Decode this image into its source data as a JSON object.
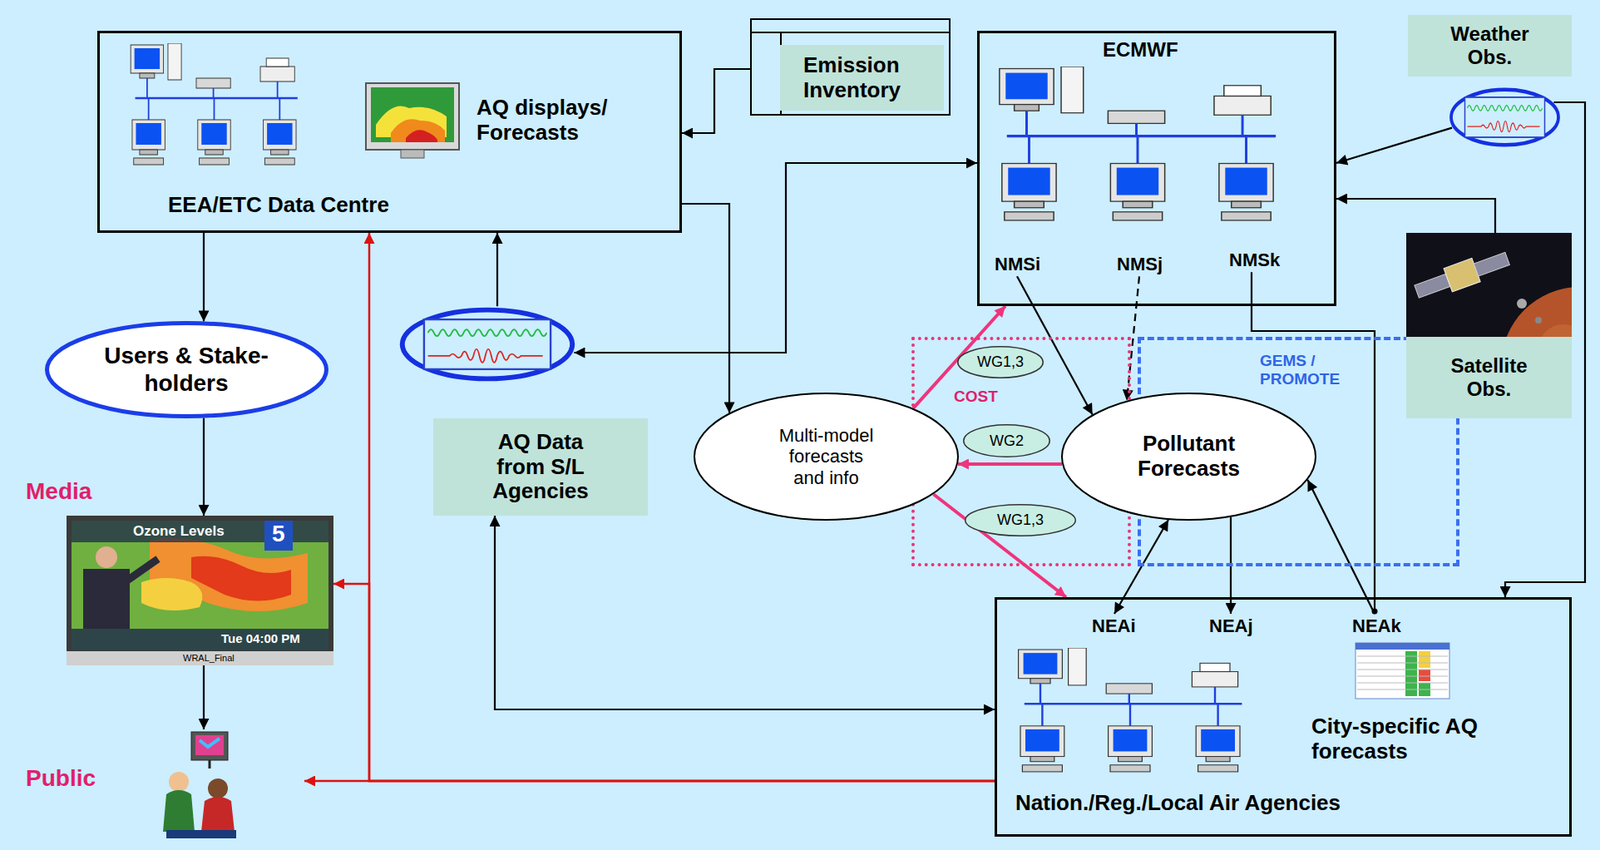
{
  "diagram": {
    "nodes": [
      {
        "text": [
          "AQ displays/ Forecasts",
          "EEA/ETC Data Centre"
        ]
      },
      {
        "text": [
          "Emission Inventory"
        ]
      },
      {
        "text": [
          "ECMWF"
        ]
      },
      {
        "text": [
          "NMSi"
        ],
        "in": 2
      },
      {
        "text": [
          "NMSj"
        ],
        "in": 2
      },
      {
        "text": [
          "NMSk"
        ],
        "in": 2
      },
      {
        "text": [
          "Weather Obs."
        ]
      },
      {
        "text": [
          "Users & Stake-holders"
        ]
      },
      {
        "text": [
          "AQ Data from S/L Agencies"
        ]
      },
      {
        "text": [
          "COST"
        ]
      },
      {
        "text": [
          "WG1,3"
        ],
        "in": 9
      },
      {
        "text": [
          "WG2"
        ],
        "in": 9
      },
      {
        "text": [
          "WG1,3"
        ],
        "in": 9
      },
      {
        "text": [
          "GEMS / PROMOTE"
        ]
      },
      {
        "text": [
          "Multi-model forecasts and info"
        ]
      },
      {
        "text": [
          "Pollutant Forecasts"
        ]
      },
      {
        "text": [
          "Satellite Obs."
        ]
      },
      {
        "text": [
          "Media",
          "Ozone Levels",
          "5",
          "Tue 04:00 PM",
          "WRAL_Final"
        ]
      },
      {
        "text": [
          "Public"
        ]
      },
      {
        "text": [
          "City-specific AQ forecasts",
          "Nation./Reg./Local Air Agencies"
        ]
      },
      {
        "text": [
          "NEAi"
        ],
        "in": 19
      },
      {
        "text": [
          "NEAj"
        ],
        "in": 19
      },
      {
        "text": [
          "NEAk"
        ],
        "in": 19
      }
    ],
    "edges": [
      {
        "from": 1,
        "to": 0,
        "arrow": "to"
      },
      {
        "from": 0,
        "to": 7,
        "arrow": "to"
      },
      {
        "from": 7,
        "to": 17,
        "arrow": "to"
      },
      {
        "from": 17,
        "to": 18,
        "arrow": "to"
      },
      {
        "from": 19,
        "to": 0,
        "arrow": "to"
      },
      {
        "from": 19,
        "to": 17,
        "arrow": "to"
      },
      {
        "from": 19,
        "to": 18,
        "arrow": "to"
      },
      {
        "from": 8,
        "to": 0,
        "arrow": "to"
      },
      {
        "from": 8,
        "to": 2,
        "arrow": "both"
      },
      {
        "from": 0,
        "to": 14,
        "arrow": "to"
      },
      {
        "from": 8,
        "to": 19,
        "arrow": "both"
      },
      {
        "from": 3,
        "to": 15,
        "arrow": "to"
      },
      {
        "from": 4,
        "to": 15,
        "arrow": "to"
      },
      {
        "from": 5,
        "to": 22,
        "arrow": "none"
      },
      {
        "from": 22,
        "to": 15,
        "arrow": "to"
      },
      {
        "from": 15,
        "to": 14,
        "arrow": "to"
      },
      {
        "from": 14,
        "to": 2,
        "arrow": "to"
      },
      {
        "from": 14,
        "to": 19,
        "arrow": "to"
      },
      {
        "from": 15,
        "to": 21,
        "arrow": "to"
      },
      {
        "from": 20,
        "to": 15,
        "arrow": "both"
      },
      {
        "from": 6,
        "to": 2,
        "arrow": "to"
      },
      {
        "from": 6,
        "to": 19,
        "arrow": "to"
      },
      {
        "from": 16,
        "to": 2,
        "arrow": "to"
      }
    ]
  }
}
